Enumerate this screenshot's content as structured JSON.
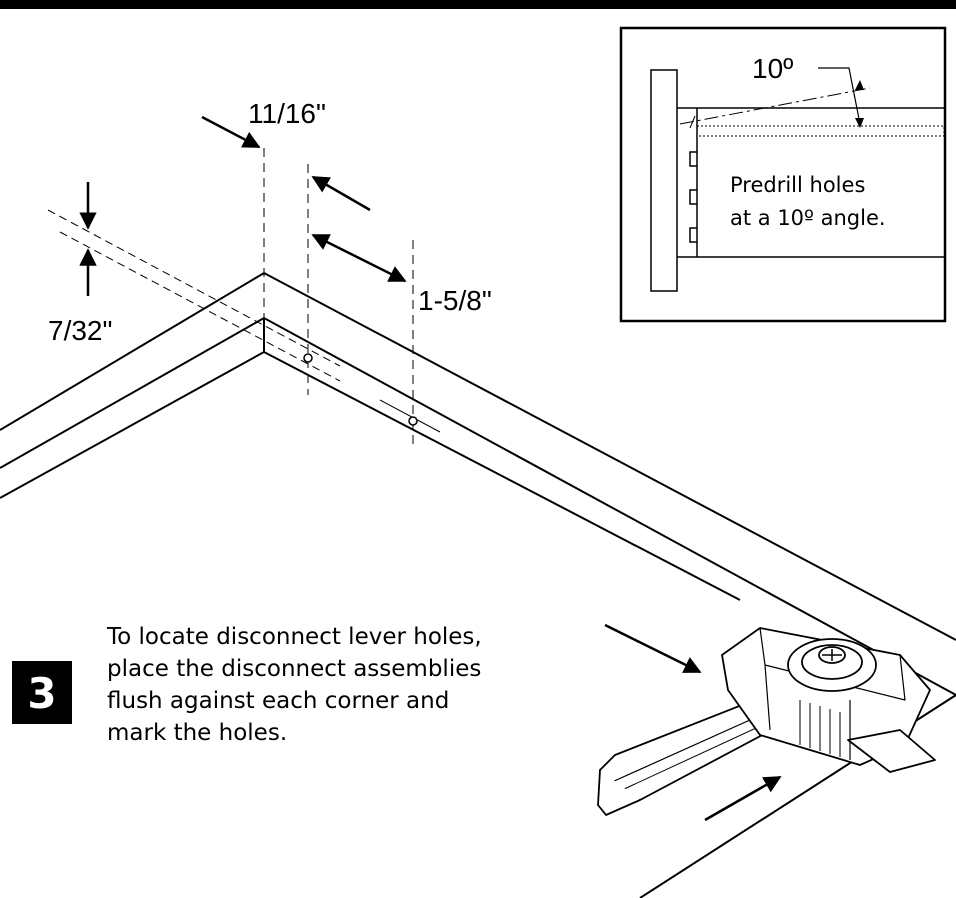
{
  "dimensions": {
    "top_offset": "11/16\"",
    "hole_spacing": "1-5/8\"",
    "edge_offset": "7/32\""
  },
  "inset": {
    "angle_label": "10º",
    "note_line1": "Predrill holes",
    "note_line2": "at a 10º angle."
  },
  "step": {
    "number": "3",
    "lines": [
      "To locate disconnect lever holes,",
      "place the disconnect assemblies",
      "flush against each corner and",
      "mark the holes."
    ]
  }
}
